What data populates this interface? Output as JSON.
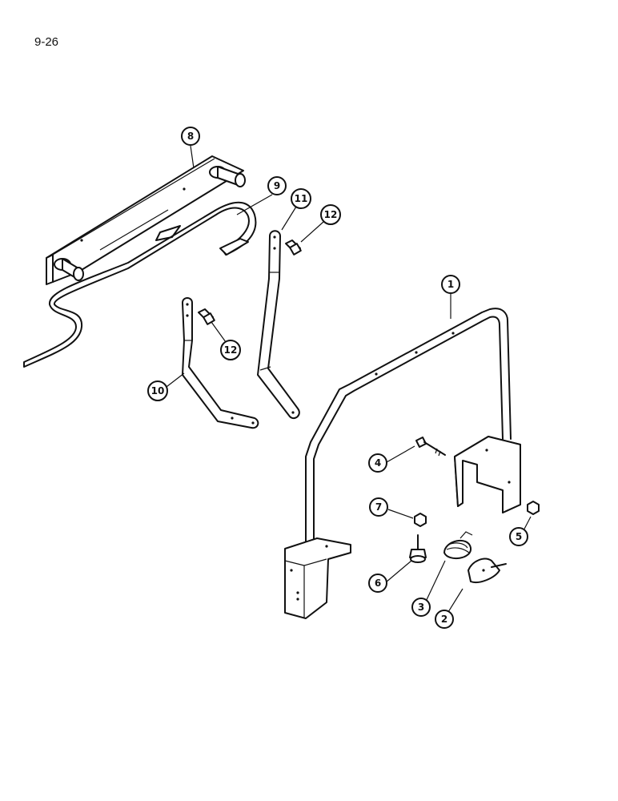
{
  "page_number": "9-26",
  "callouts": [
    {
      "id": "callout-1",
      "label": "1"
    },
    {
      "id": "callout-2",
      "label": "2"
    },
    {
      "id": "callout-3",
      "label": "3"
    },
    {
      "id": "callout-4",
      "label": "4"
    },
    {
      "id": "callout-5",
      "label": "5"
    },
    {
      "id": "callout-6",
      "label": "6"
    },
    {
      "id": "callout-7",
      "label": "7"
    },
    {
      "id": "callout-8",
      "label": "8"
    },
    {
      "id": "callout-9",
      "label": "9"
    },
    {
      "id": "callout-10",
      "label": "10"
    },
    {
      "id": "callout-11",
      "label": "11"
    },
    {
      "id": "callout-12a",
      "label": "12"
    },
    {
      "id": "callout-12b",
      "label": "12"
    }
  ]
}
